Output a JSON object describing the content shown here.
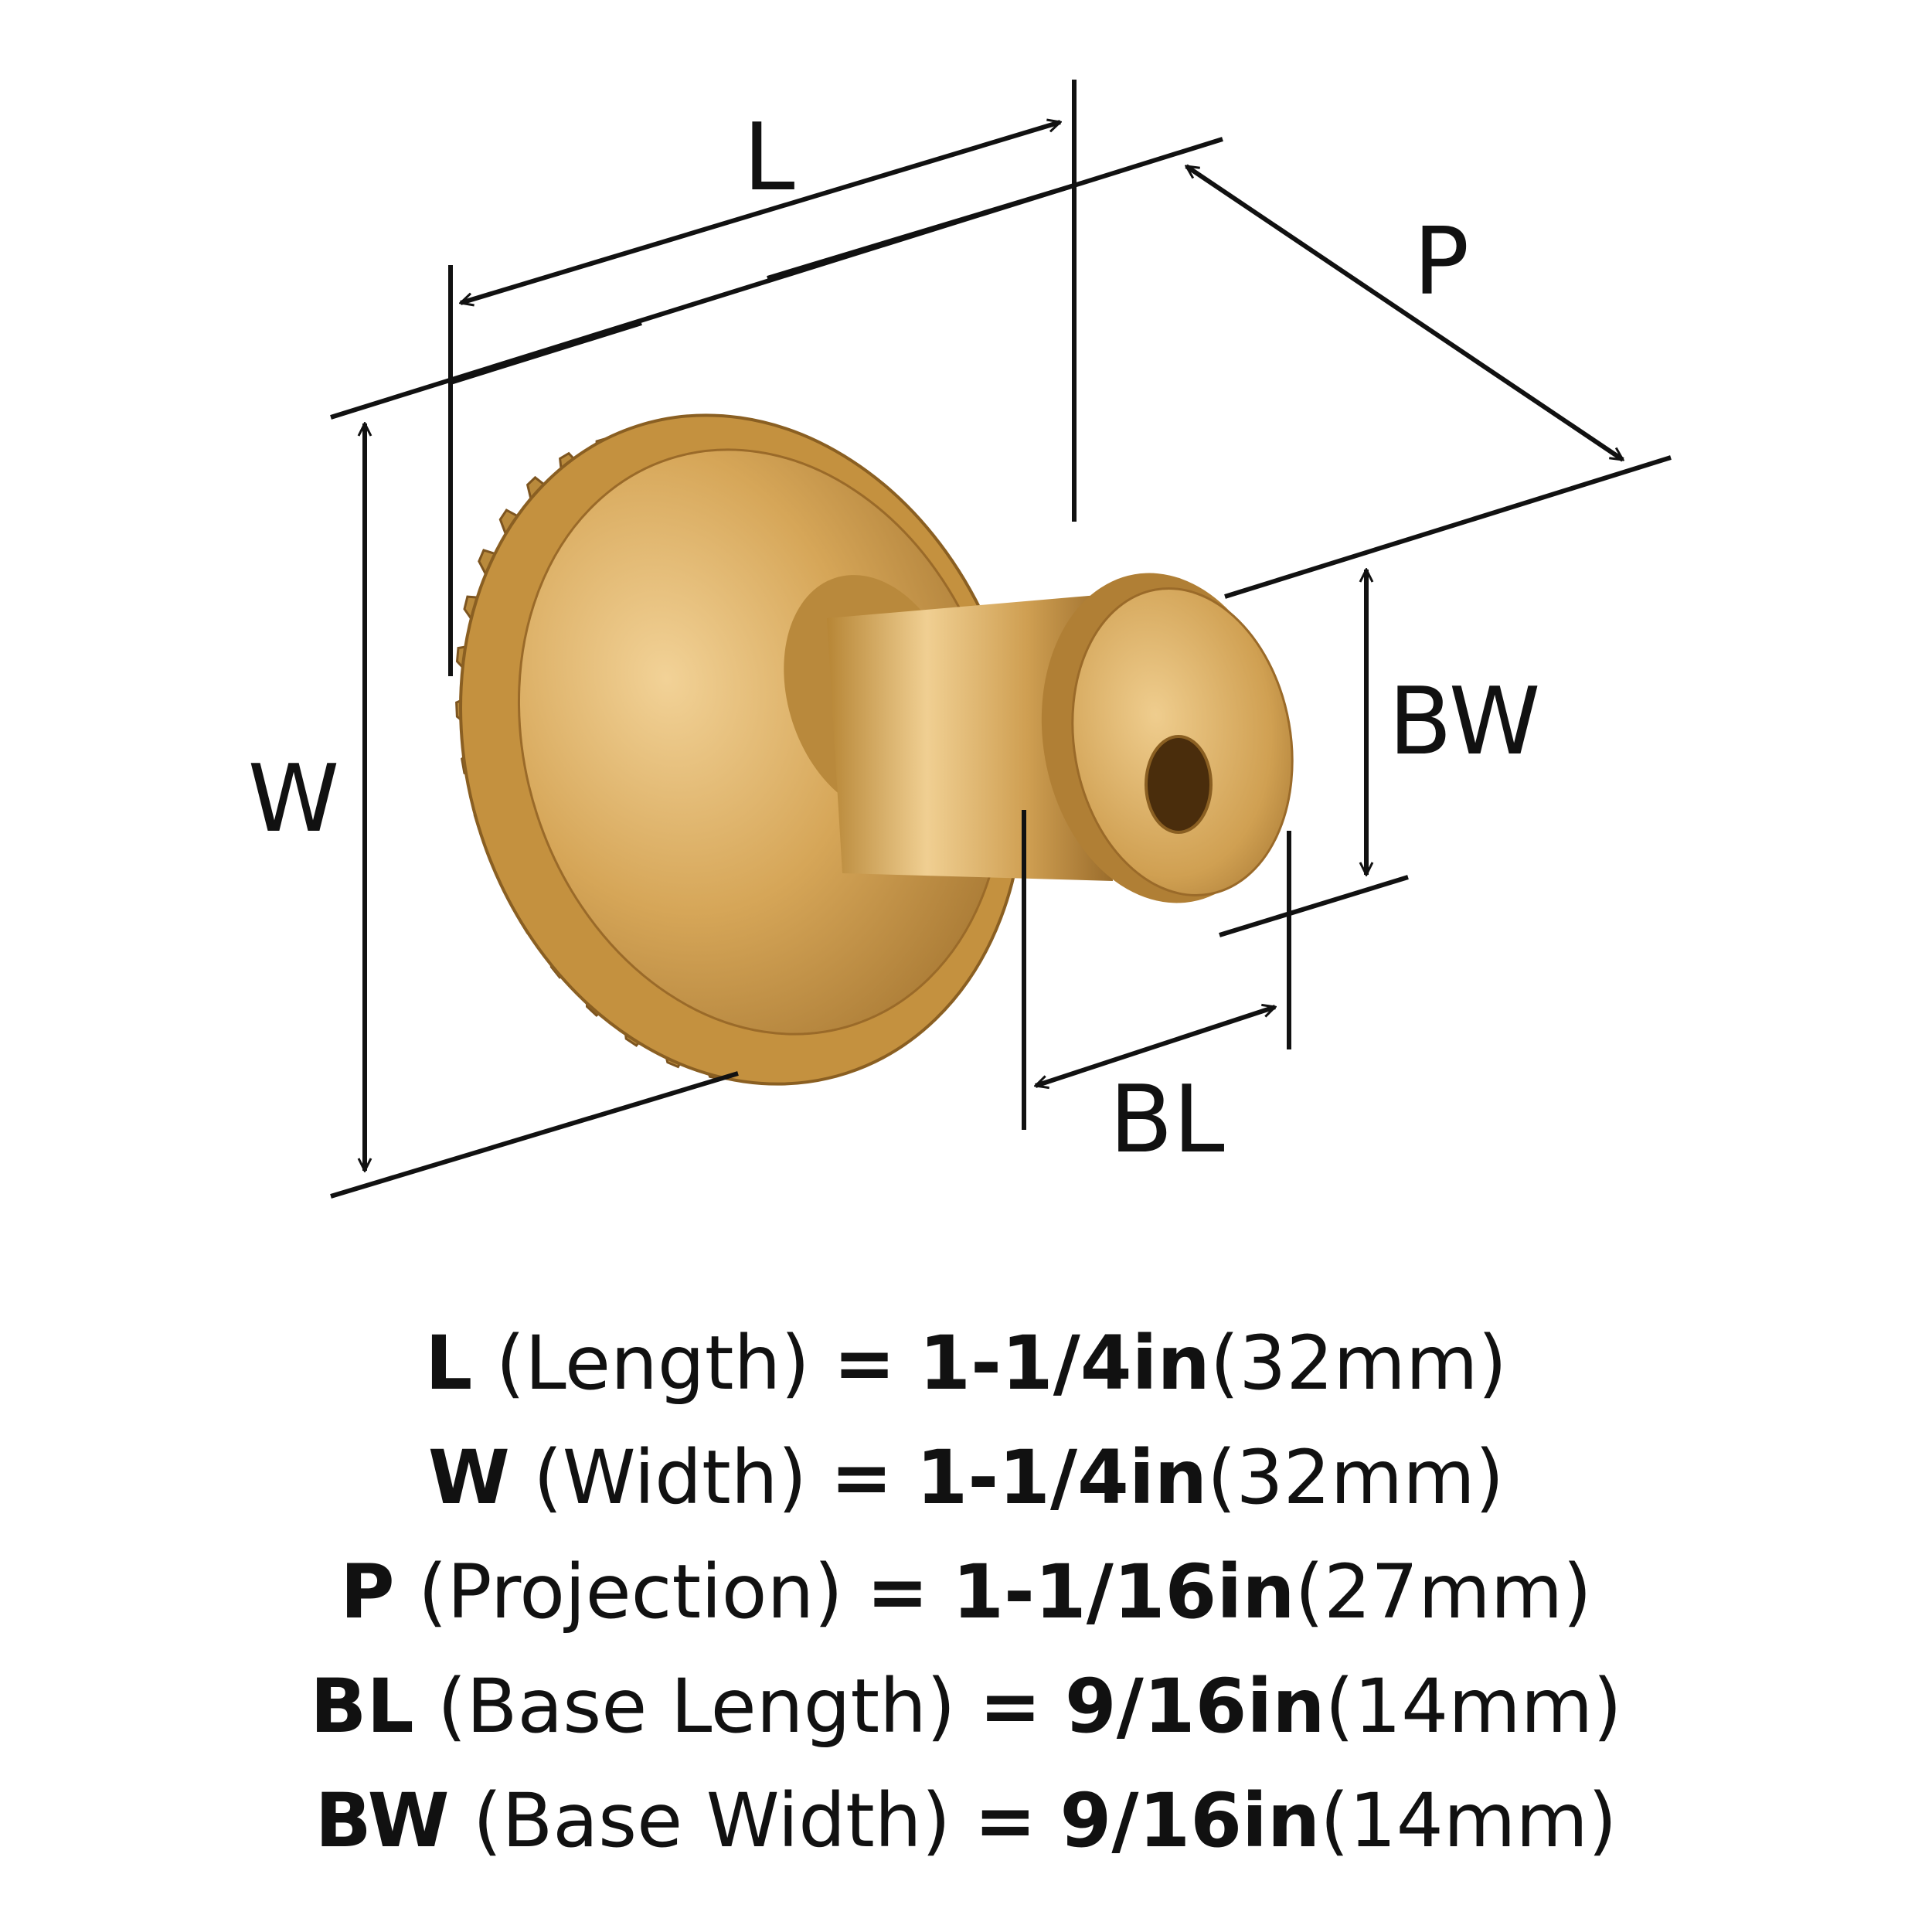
{
  "colors": {
    "finish_light": "#e8c07a",
    "finish_mid": "#c99a4a",
    "finish_dark": "#8a5f22",
    "line": "#111111"
  },
  "diagram_labels": {
    "L": "L",
    "W": "W",
    "P": "P",
    "BW": "BW",
    "BL": "BL"
  },
  "specs": [
    {
      "abbr": "L",
      "name": "(Length)",
      "eq": "=",
      "imperial": "1-1/4in",
      "metric": "(32mm)"
    },
    {
      "abbr": "W",
      "name": "(Width)",
      "eq": "=",
      "imperial": "1-1/4in",
      "metric": "(32mm)"
    },
    {
      "abbr": "P",
      "name": "(Projection)",
      "eq": "=",
      "imperial": "1-1/16in",
      "metric": "(27mm)"
    },
    {
      "abbr": "BL",
      "name": "(Base Length)",
      "eq": "=",
      "imperial": "9/16in",
      "metric": "(14mm)"
    },
    {
      "abbr": "BW",
      "name": "(Base Width)",
      "eq": "=",
      "imperial": "9/16in",
      "metric": "(14mm)"
    }
  ]
}
